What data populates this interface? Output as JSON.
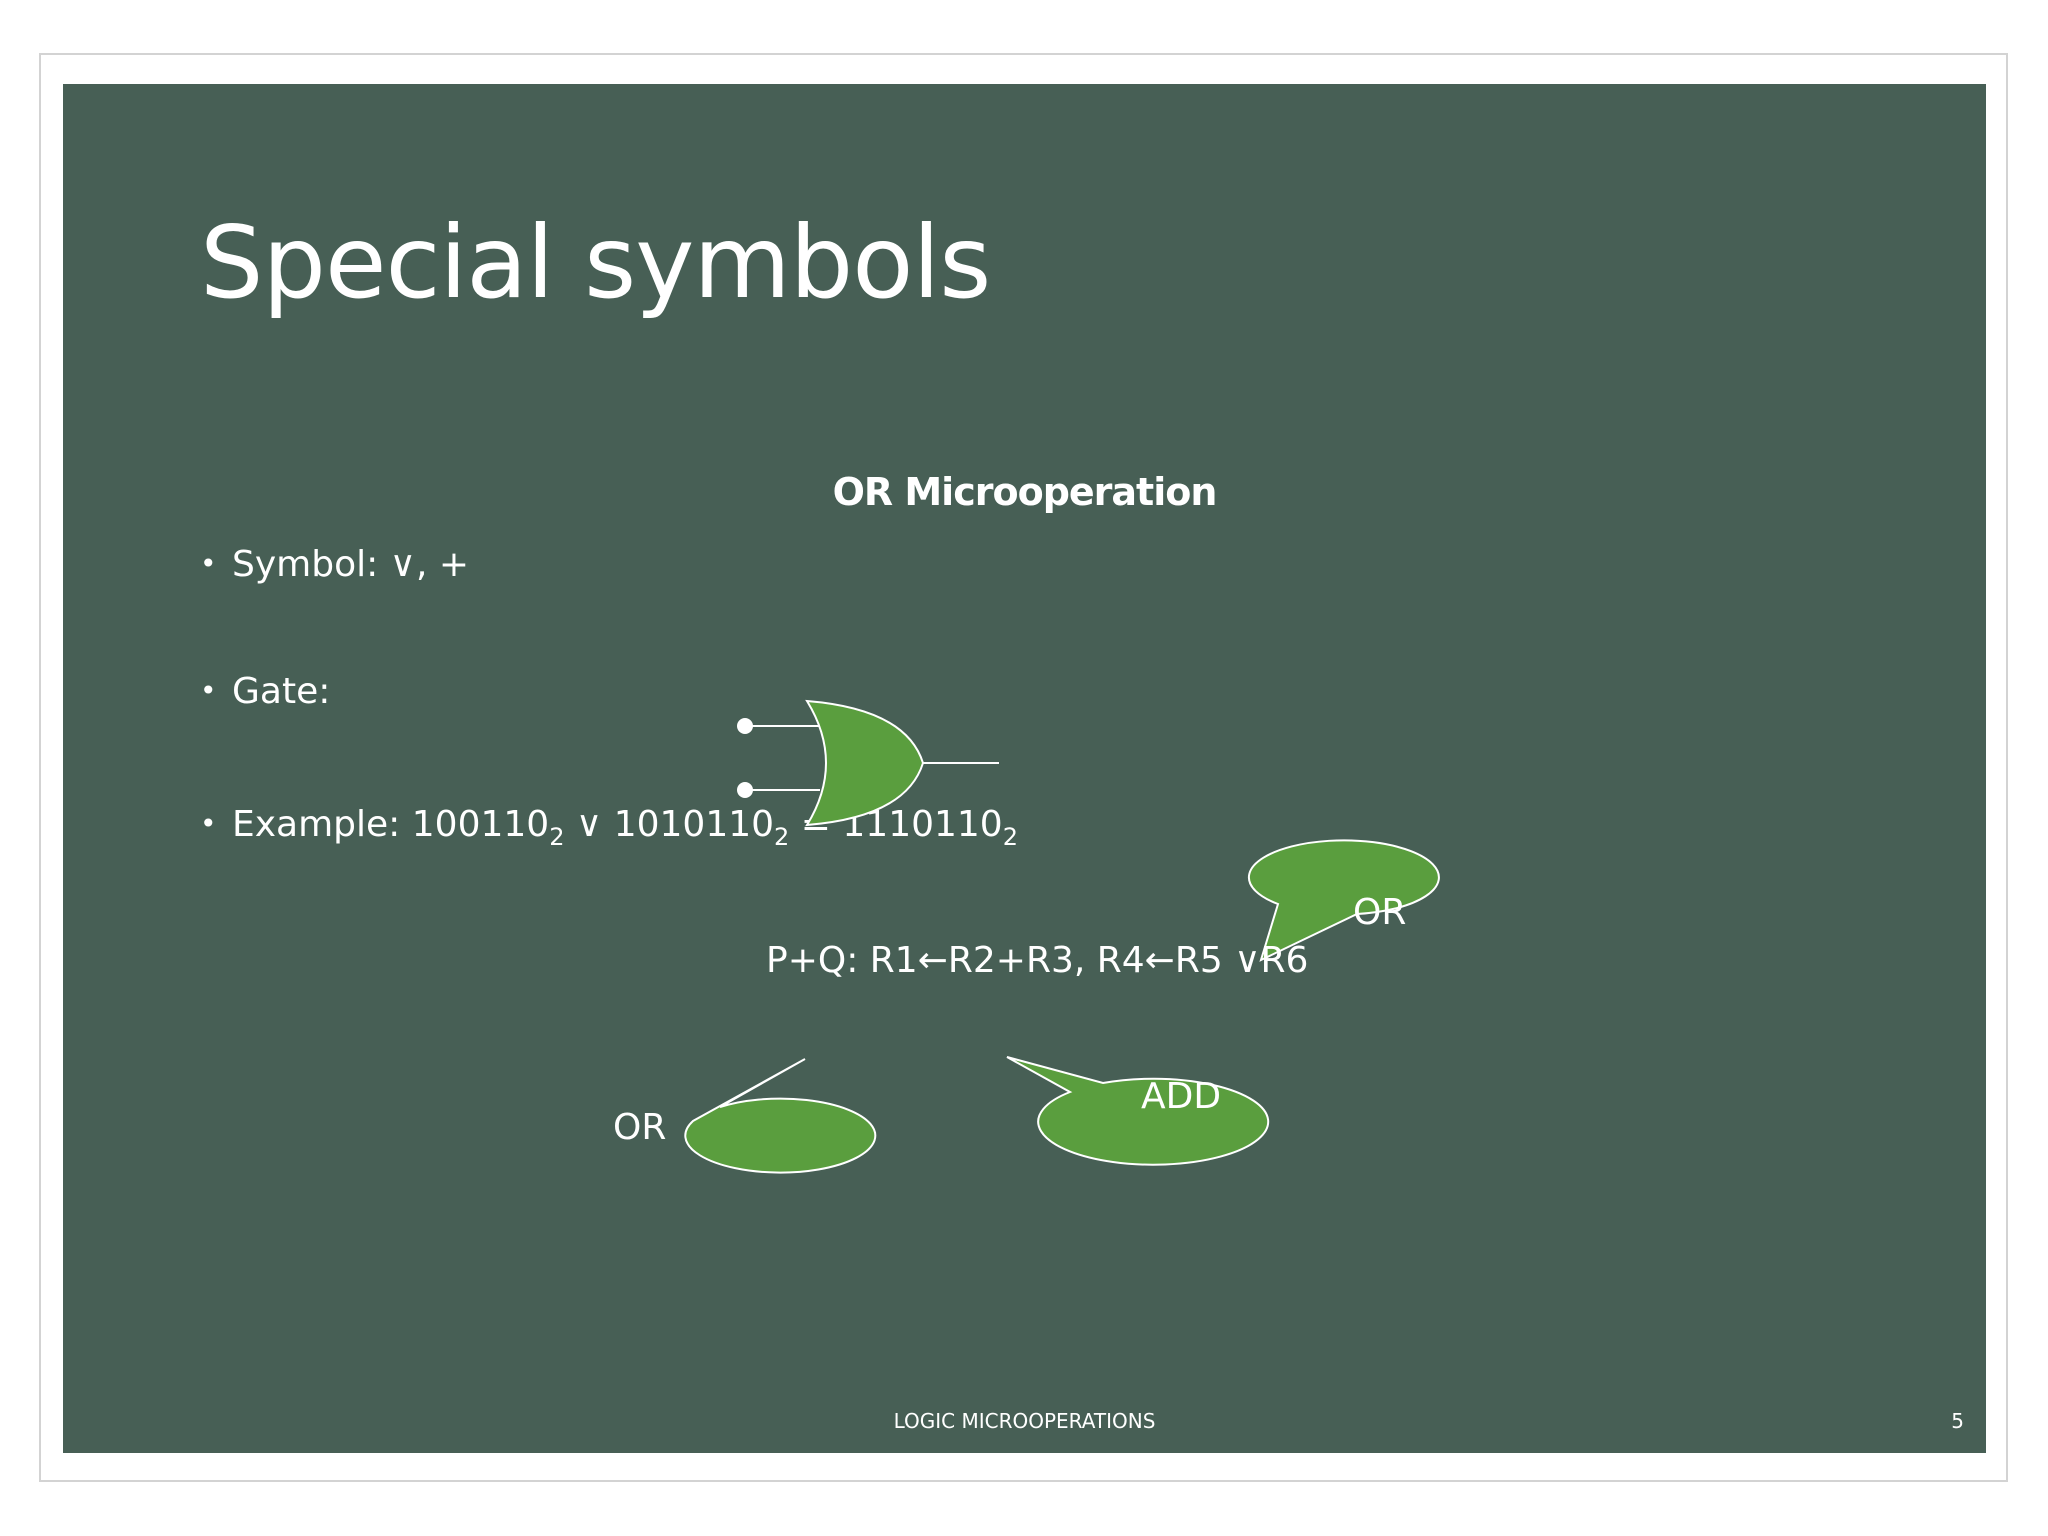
{
  "slide": {
    "title": "Special symbols",
    "subtitle": "OR Microoperation",
    "bullets": {
      "symbol": "Symbol: ∨, +",
      "gate": "Gate:",
      "example_prefix": "Example: 100110",
      "example_sub1": "2",
      "example_mid": " ∨ 1010110",
      "example_sub2": "2",
      "example_eq": " = 1110110",
      "example_sub3": "2"
    },
    "equation": "P+Q: R1←R2+R3, R4←R5 ∨R6",
    "callouts": {
      "or_right": "OR",
      "or_left": "OR",
      "add": "ADD"
    },
    "footer": "LOGIC MICROOPERATIONS",
    "page_number": "5"
  },
  "colors": {
    "slide_background": "#475f55",
    "accent_green": "#5a9e3e",
    "text": "#ffffff"
  }
}
